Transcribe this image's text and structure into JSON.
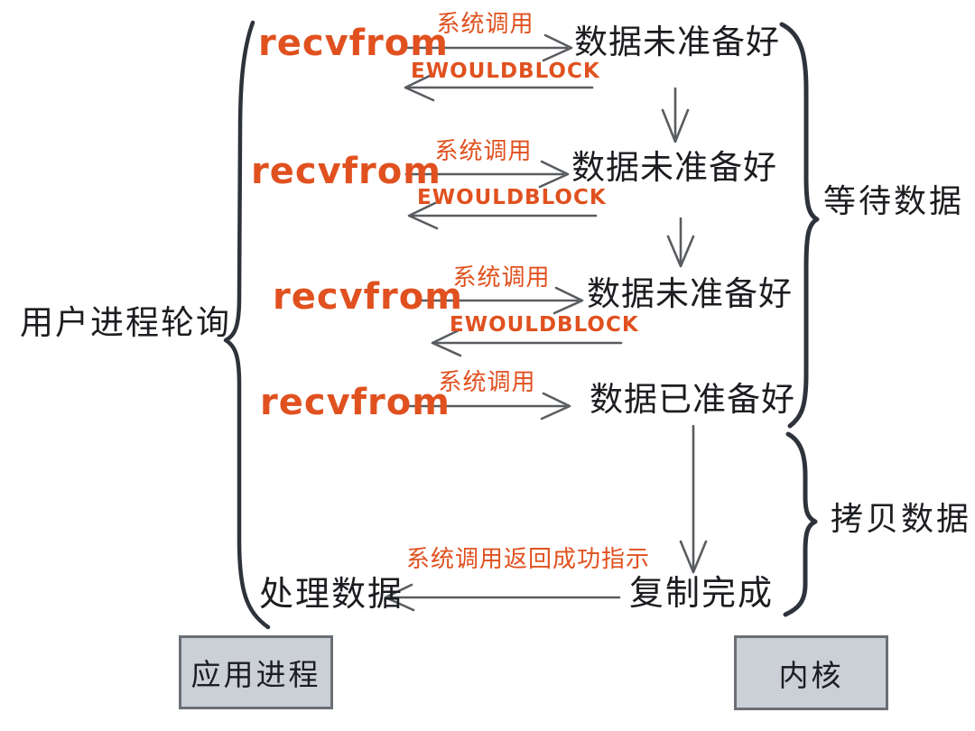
{
  "colors": {
    "accent": "#e0511f",
    "ink": "#1b1d20",
    "brace": "#2e333b",
    "arrow": "#595c60",
    "box_fill": "#cbcfd6",
    "box_border": "#6b6f75"
  },
  "left_brace_label": "用户进程轮询",
  "rows": [
    {
      "call": "recvfrom",
      "syscall_label": "系统调用",
      "state": "数据未准备好",
      "return_label": "EWOULDBLOCK"
    },
    {
      "call": "recvfrom",
      "syscall_label": "系统调用",
      "state": "数据未准备好",
      "return_label": "EWOULDBLOCK"
    },
    {
      "call": "recvfrom",
      "syscall_label": "系统调用",
      "state": "数据未准备好",
      "return_label": "EWOULDBLOCK"
    },
    {
      "call": "recvfrom",
      "syscall_label": "系统调用",
      "state": "数据已准备好"
    }
  ],
  "right_braces": [
    {
      "label": "等待数据"
    },
    {
      "label": "拷贝数据"
    }
  ],
  "bottom_flow": {
    "return_label": "系统调用返回成功指示",
    "left_node": "处理数据",
    "right_node": "复制完成"
  },
  "boxes": [
    {
      "label": "应用进程"
    },
    {
      "label": "内核"
    }
  ]
}
